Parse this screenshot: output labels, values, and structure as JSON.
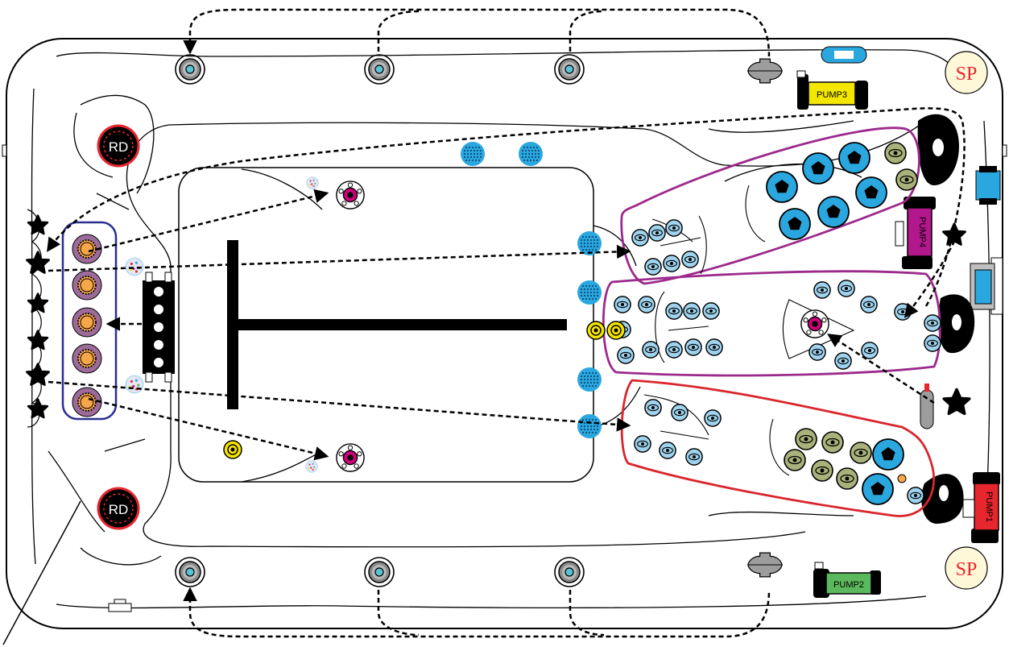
{
  "pumps": [
    {
      "id": "pump1",
      "label": "PUMP1",
      "color": "#e8262e"
    },
    {
      "id": "pump2",
      "label": "PUMP2",
      "color": "#5cb85c"
    },
    {
      "id": "pump3",
      "label": "PUMP3",
      "color": "#f3e600"
    },
    {
      "id": "pump4",
      "label": "PUMP4",
      "color": "#b2188c"
    }
  ],
  "drains": [
    {
      "id": "drain-top",
      "label": "RD"
    },
    {
      "id": "drain-bottom",
      "label": "RD"
    }
  ],
  "suction_ports": [
    {
      "id": "sp-top",
      "label": "SP"
    },
    {
      "id": "sp-bottom",
      "label": "SP"
    }
  ],
  "colors": {
    "outline": "#000000",
    "zone_purple": "#9c2a8c",
    "zone_red": "#d9262c",
    "zone_blue": "#2a2f8f",
    "jet_blue": "#2aa7df",
    "jet_light": "#9fd3ee",
    "jet_olive": "#a9b27a",
    "jet_mauve": "#9c6b9a",
    "jet_orange": "#f7a64a",
    "jet_magenta": "#d1007d",
    "yellow": "#f6e400",
    "pump_tag_blue": "#2aa7df"
  }
}
